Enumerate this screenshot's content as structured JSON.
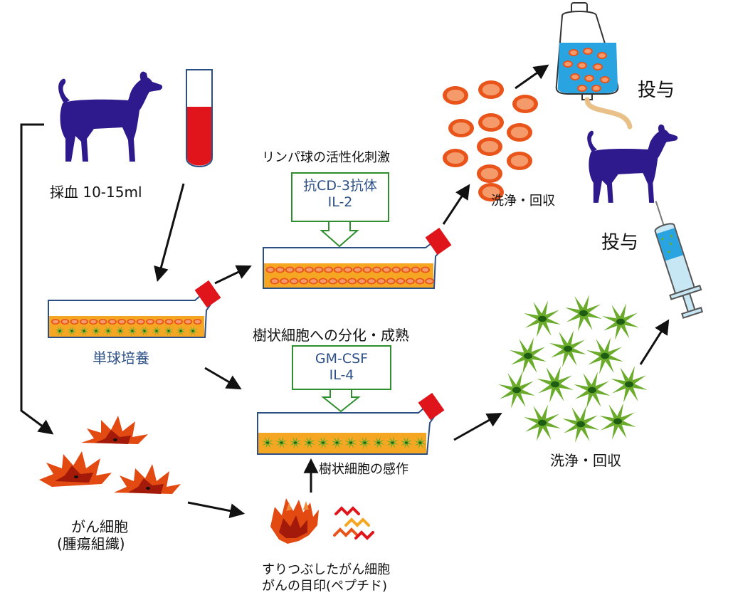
{
  "labels": {
    "blood_sampling": "採血 10-15ml",
    "monocyte_culture": "単球培養",
    "lymphocyte_activation": "リンパ球の活性化刺激",
    "dc_differentiation": "樹状細胞への分化・成熟",
    "dc_induction": "樹状細胞の感作",
    "wash_collect_top": "洗浄・回収",
    "wash_collect_bottom": "洗浄・回収",
    "administer_drip": "投与",
    "administer_injection": "投与",
    "cancer_cells": "がん細胞",
    "tumor_tissue": "(腫瘍組織)",
    "crushed_cells": "すりつぶしたがん細胞",
    "cancer_marker": "がんの目印(ペプチド)"
  },
  "boxes": {
    "lymph": {
      "line1": "抗CD-3抗体",
      "line2": "IL-2"
    },
    "dc": {
      "line1": "GM-CSF",
      "line2": "IL-4"
    }
  },
  "colors": {
    "dog": "#2e1a8c",
    "blood": "#e0151b",
    "orange_medium": "#f5a623",
    "orange_cell": "#e8541a",
    "green_cell": "#6aab2b",
    "flask_cap": "#e0151b",
    "box_border": "#2f8f2f",
    "cancer_outer": "#e24a12",
    "iv_liquid": "#2aa4e0"
  }
}
